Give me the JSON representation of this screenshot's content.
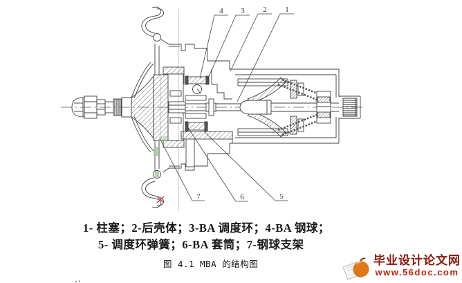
{
  "figure": {
    "callouts_top": [
      {
        "label": "4"
      },
      {
        "label": "3"
      },
      {
        "label": "2"
      },
      {
        "label": "1"
      }
    ],
    "callouts_bottom": [
      {
        "label": "7"
      },
      {
        "label": "6"
      },
      {
        "label": "5"
      }
    ],
    "legend_line1": "1-  柱塞；2-后壳体；3-BA 调度环；4-BA 钢球；",
    "legend_line2": "5- 调度环弹簧；6-BA 套筒；7-钢球支架",
    "title": "图 4.1 MBA 的结构图"
  },
  "watermark": {
    "site_name": "毕业设计论文网",
    "site_url": "www.56doc.com",
    "name_color": "#8a170d",
    "url_color": "#c2230e",
    "logo_color": "#e2761b"
  },
  "colors": {
    "line": "#3f3f3f",
    "red_mark": "#cc3333",
    "seal_green": "#a9c9a2"
  }
}
